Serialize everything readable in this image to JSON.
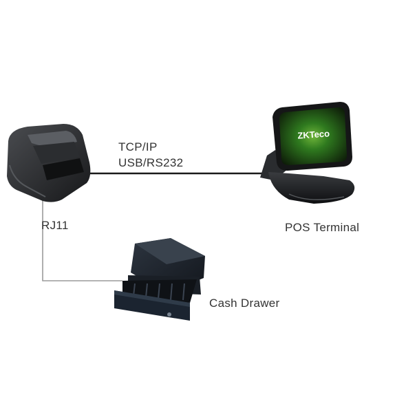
{
  "labels": {
    "connection_line1": "TCP/IP",
    "connection_line2": "USB/RS232",
    "rj11": "RJ11",
    "pos_terminal": "POS Terminal",
    "cash_drawer": "Cash Drawer"
  },
  "screen_logo": "ZKTeco",
  "colors": {
    "line": "#1a1a1a",
    "thin_line": "#9a9a9a",
    "device_dark": "#222426",
    "screen_green": "#1f5a17"
  }
}
